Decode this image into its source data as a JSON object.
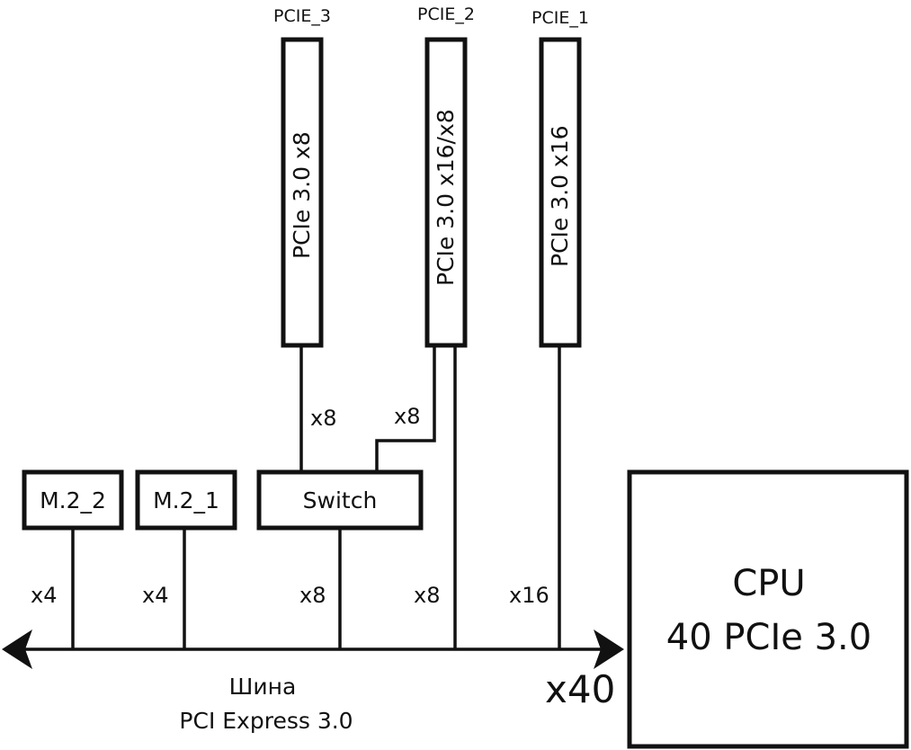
{
  "diagram": {
    "stroke_color": "#111111",
    "background": "#ffffff",
    "slots": [
      {
        "id": "PCIE_3",
        "name": "PCIE_3",
        "label": "PCIe 3.0 x8"
      },
      {
        "id": "PCIE_2",
        "name": "PCIE_2",
        "label": "PCIe 3.0 x16/x8"
      },
      {
        "id": "PCIE_1",
        "name": "PCIE_1",
        "label": "PCIe 3.0 x16"
      }
    ],
    "devices": {
      "m2_2": "M.2_2",
      "m2_1": "M.2_1",
      "switch": "Switch"
    },
    "links": {
      "pcie3_to_switch": "x8",
      "pcie2_to_switch": "x8",
      "m2_2_to_bus": "x4",
      "m2_1_to_bus": "x4",
      "switch_to_bus": "x8",
      "pcie2_to_bus": "x8",
      "pcie1_to_bus": "x16"
    },
    "bus": {
      "label_line1": "Шина",
      "label_line2": "PCI Express 3.0",
      "total_lanes": "x40"
    },
    "cpu": {
      "line1": "CPU",
      "line2": "40 PCIe 3.0"
    }
  }
}
